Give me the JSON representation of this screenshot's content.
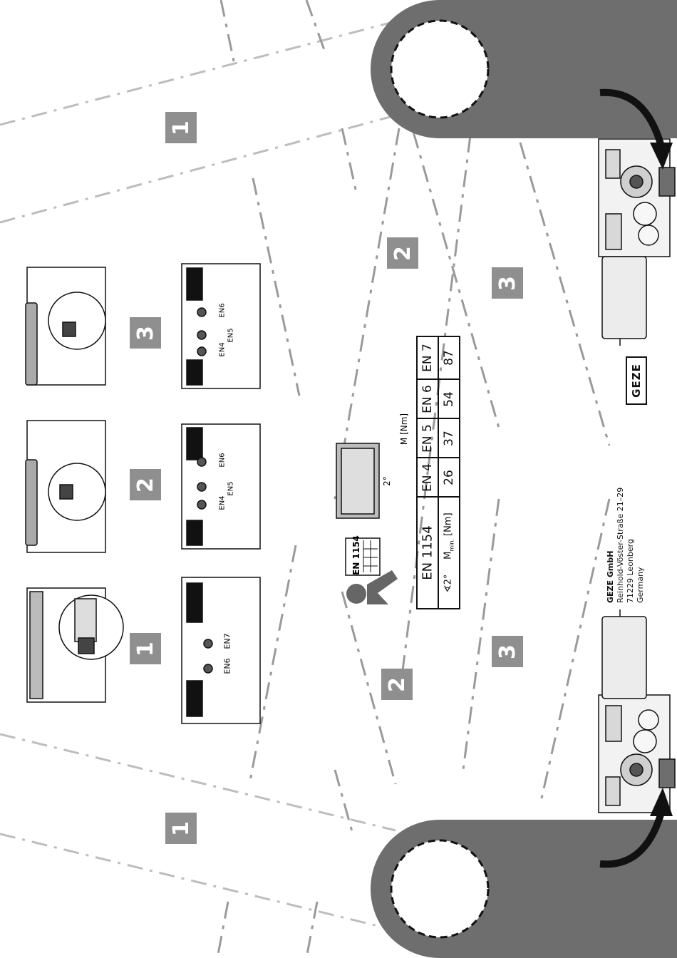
{
  "sheet": {
    "colors": {
      "band": "#6e6e6e",
      "badge": "#8f8f8f",
      "dash": "#a8a8a8",
      "ink": "#111111"
    }
  },
  "zones": {
    "top_left": "1",
    "top_mid": "2",
    "top_right": "3",
    "bottom_mid": "2",
    "bottom_right": "3",
    "bottom_left": "1"
  },
  "steps": [
    {
      "number": "1",
      "labels": [
        "EN6",
        "EN7"
      ]
    },
    {
      "number": "2",
      "labels": [
        "EN4",
        "EN5",
        "EN6"
      ]
    },
    {
      "number": "3",
      "labels": [
        "EN4",
        "EN5",
        "EN6"
      ]
    }
  ],
  "door": {
    "moment_label": "M [Nm]",
    "angle_label": "2°"
  },
  "standard_sheet": {
    "label": "EN 1154"
  },
  "table": {
    "standard": "EN 1154",
    "angle": "2°",
    "row_label": "M",
    "row_label_sub": "min.",
    "row_unit": "[Nm]",
    "columns": [
      "EN 4",
      "EN 5",
      "EN 6",
      "EN 7"
    ],
    "values": [
      "26",
      "37",
      "54",
      "87"
    ]
  },
  "company": {
    "name": "GEZE GmbH",
    "street": "Reinhold-Vöster-Straße 21–29",
    "city": "71229 Leonberg",
    "country": "Germany",
    "logo": "GEZE"
  }
}
